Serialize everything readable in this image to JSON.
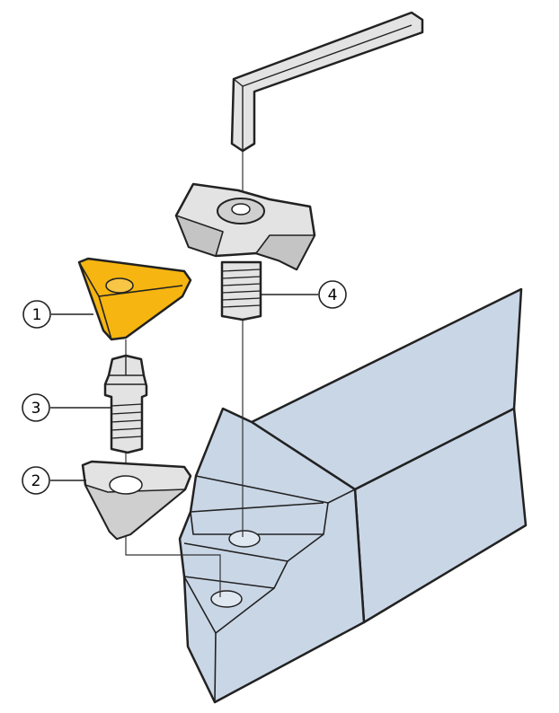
{
  "colors": {
    "holder": "#c9d6e6",
    "holder_dark": "#b4c4d9",
    "insert": "#f6b510",
    "steel": "#e3e3e3",
    "steel_dark": "#c4c4c4",
    "outline": "#222222",
    "background": "#ffffff"
  },
  "callouts": [
    {
      "id": "insert",
      "label": "1"
    },
    {
      "id": "shim",
      "label": "2"
    },
    {
      "id": "shim-pin",
      "label": "3"
    },
    {
      "id": "clamp",
      "label": "4"
    }
  ],
  "parts": [
    {
      "name": "hex-key",
      "icon": "hex-key-icon"
    },
    {
      "name": "clamp-with-screw",
      "icon": "clamp-icon"
    },
    {
      "name": "insert",
      "icon": "triangular-insert-icon"
    },
    {
      "name": "shim-pin",
      "icon": "pin-icon"
    },
    {
      "name": "shim",
      "icon": "shim-icon"
    },
    {
      "name": "tool-holder",
      "icon": "holder-icon"
    }
  ]
}
